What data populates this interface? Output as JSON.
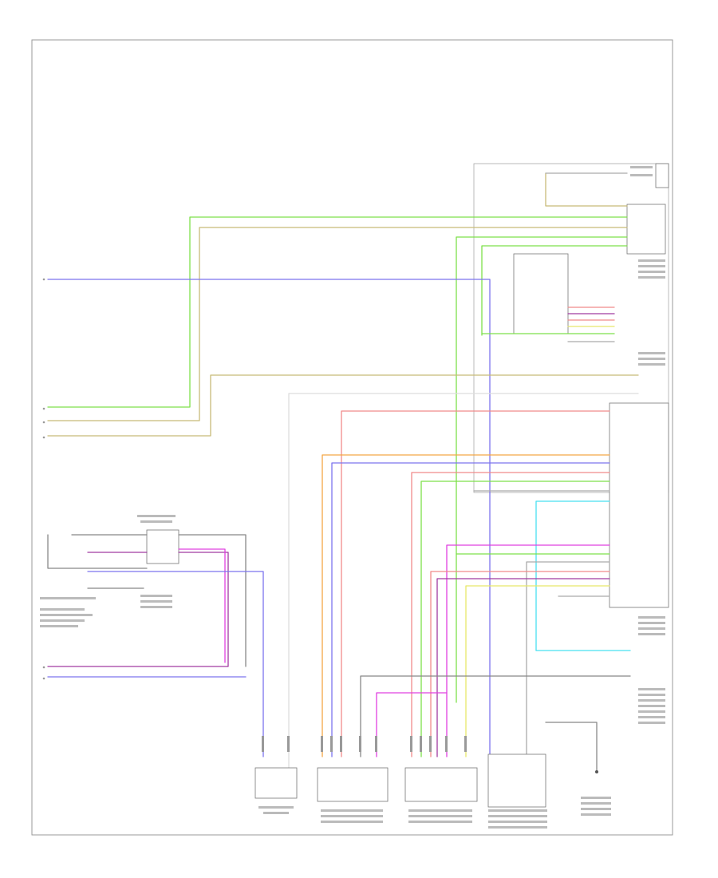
{
  "diagram_id": "",
  "colors": {
    "green": "#7ee04a",
    "tan": "#c8bb78",
    "blue": "#7c74ee",
    "orange": "#f4a646",
    "pink": "#f08a8a",
    "magenta": "#e040e0",
    "purple": "#a03aa0",
    "yellow": "#e8e86a",
    "cyan": "#48e0f0",
    "gray": "#888888"
  },
  "icons": [
    "ground-symbol",
    "connector-pin",
    "wire-splice"
  ],
  "labels": {
    "right_mid": "",
    "bottom_conn_1": "",
    "bottom_conn_2": "",
    "bottom_conn_3": "",
    "bottom_conn_4": "",
    "bottom_ground": "",
    "left_box": "",
    "left_switch": ""
  }
}
